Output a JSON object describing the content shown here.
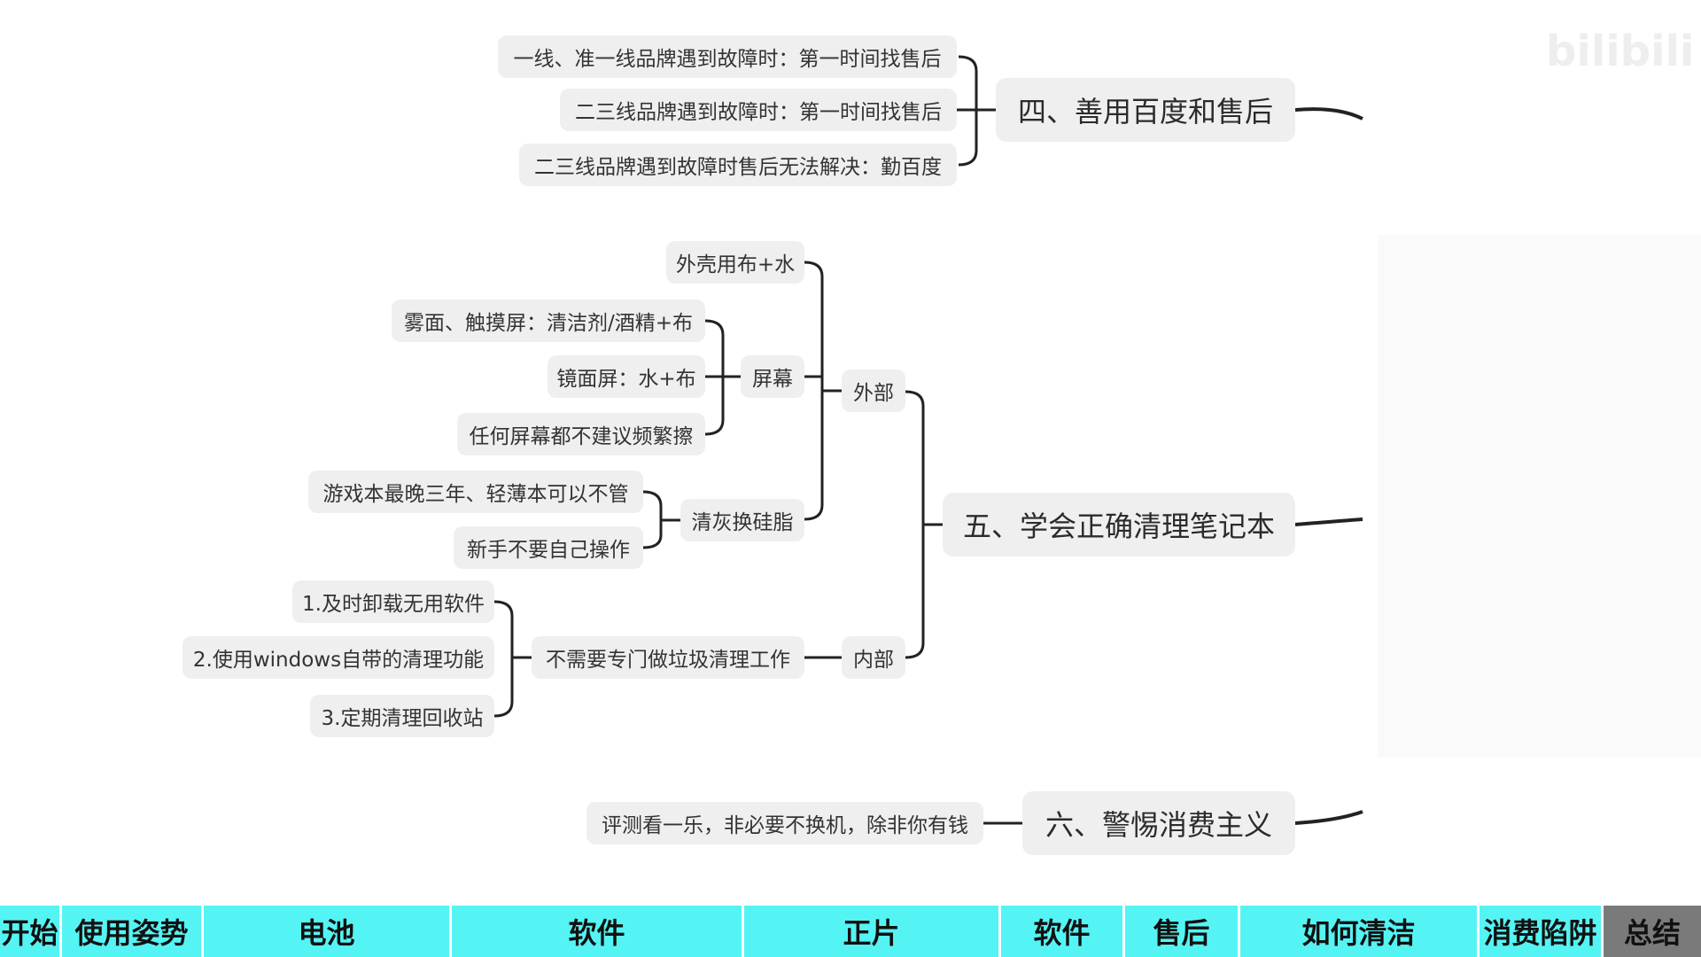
{
  "mindmap": {
    "section4": {
      "title": "四、善用百度和售后",
      "children": [
        "一线、准一线品牌遇到故障时：第一时间找售后",
        "二三线品牌遇到故障时：第一时间找售后",
        "二三线品牌遇到故障时售后无法解决：勤百度"
      ]
    },
    "section5": {
      "title": "五、学会正确清理笔记本",
      "external": {
        "label": "外部",
        "shell": "外壳用布+水",
        "screen": {
          "label": "屏幕",
          "children": [
            "雾面、触摸屏：清洁剂/酒精+布",
            "镜面屏：水+布",
            "任何屏幕都不建议频繁擦"
          ]
        },
        "dust": {
          "label": "清灰换硅脂",
          "children": [
            "游戏本最晚三年、轻薄本可以不管",
            "新手不要自己操作"
          ]
        }
      },
      "internal": {
        "label": "内部",
        "no_clean": {
          "label": "不需要专门做垃圾清理工作",
          "children": [
            "1.及时卸载无用软件",
            "2.使用windows自带的清理功能",
            "3.定期清理回收站"
          ]
        }
      }
    },
    "section6": {
      "title": "六、警惕消费主义",
      "child": "评测看一乐，非必要不换机，除非你有钱"
    }
  },
  "chapters": [
    {
      "label": "开始",
      "weight": 70
    },
    {
      "label": "使用姿势",
      "weight": 160
    },
    {
      "label": "电池",
      "weight": 280
    },
    {
      "label": "软件",
      "weight": 330
    },
    {
      "label": "正片",
      "weight": 290
    },
    {
      "label": "软件",
      "weight": 140
    },
    {
      "label": "售后",
      "weight": 130
    },
    {
      "label": "如何清洁",
      "weight": 270
    },
    {
      "label": "消费陷阱",
      "weight": 140
    },
    {
      "label": "总结",
      "weight": 110
    }
  ],
  "active_chapter_index": 9,
  "colors": {
    "chapter_bar": "#55f4f4",
    "active_chapter": "#7a7a7a",
    "node_bg": "#efefef",
    "connector": "#222222"
  }
}
